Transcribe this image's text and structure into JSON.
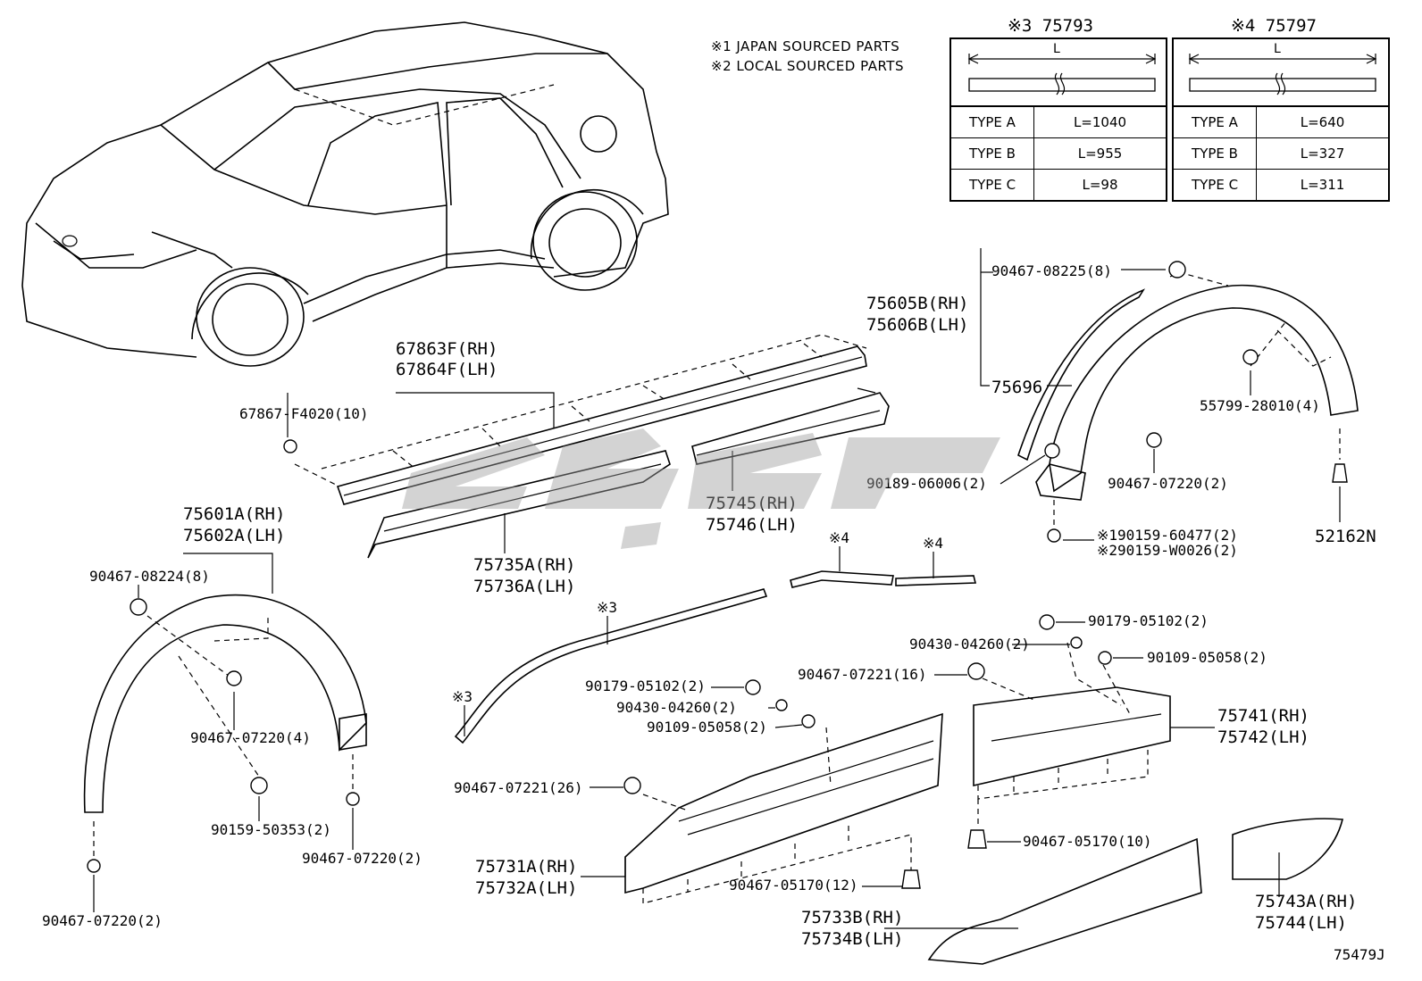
{
  "notes": {
    "japan": "※1 JAPAN SOURCED PARTS",
    "local": "※2 LOCAL SOURCED PARTS"
  },
  "tables": [
    {
      "title": "※3 75793",
      "length_label": "L",
      "rows": [
        {
          "type": "TYPE A",
          "length": "L=1040"
        },
        {
          "type": "TYPE B",
          "length": "L=955"
        },
        {
          "type": "TYPE C",
          "length": "L=98"
        }
      ]
    },
    {
      "title": "※4 75797",
      "length_label": "L",
      "rows": [
        {
          "type": "TYPE A",
          "length": "L=640"
        },
        {
          "type": "TYPE B",
          "length": "L=327"
        },
        {
          "type": "TYPE C",
          "length": "L=311"
        }
      ]
    }
  ],
  "labels": {
    "p67863": "67863F(RH)",
    "p67864": "67864F(LH)",
    "p67867": "67867-F4020(10)",
    "p75745": "75745(RH)",
    "p75746": "75746(LH)",
    "p75735": "75735A(RH)",
    "p75736": "75736A(LH)",
    "p75605": "75605B(RH)",
    "p75606": "75606B(LH)",
    "p90467_08225": "90467-08225(8)",
    "p75696": "75696",
    "p55799": "55799-28010(4)",
    "p90189": "90189-06006(2)",
    "p90467_07220_r": "90467-07220(2)",
    "p52162": "52162N",
    "p90159_1": "※190159-60477(2)",
    "p90159_2": "※290159-W0026(2)",
    "p75601": "75601A(RH)",
    "p75602": "75602A(LH)",
    "p90467_08224": "90467-08224(8)",
    "p90467_07220_4": "90467-07220(4)",
    "p90159_50353": "90159-50353(2)",
    "p90467_07220_a": "90467-07220(2)",
    "p90467_07220_b": "90467-07220(2)",
    "m3a": "※3",
    "m3b": "※3",
    "m4a": "※4",
    "m4b": "※4",
    "p90179_a": "90179-05102(2)",
    "p90430_a": "90430-04260(2)",
    "p90109_a": "90109-05058(2)",
    "p90467_07221_26": "90467-07221(26)",
    "p75731": "75731A(RH)",
    "p75732": "75732A(LH)",
    "p90467_05170_12": "90467-05170(12)",
    "p75733": "75733B(RH)",
    "p75734": "75734B(LH)",
    "p90179_b": "90179-05102(2)",
    "p90430_b": "90430-04260(2)",
    "p90109_b": "90109-05058(2)",
    "p90467_07221_16": "90467-07221(16)",
    "p75741": "75741(RH)",
    "p75742": "75742(LH)",
    "p90467_05170_10": "90467-05170(10)",
    "p75743": "75743A(RH)",
    "p75744": "75744(LH)",
    "figure_id": "75479J"
  }
}
